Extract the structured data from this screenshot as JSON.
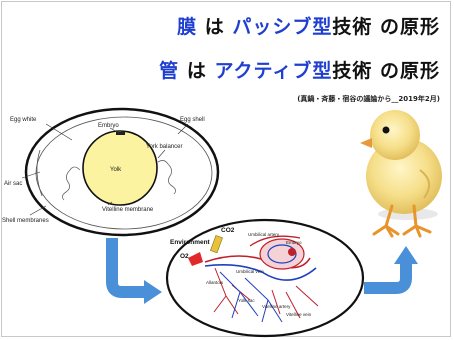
{
  "title": {
    "line1": {
      "kanji": "膜",
      "particle": "は",
      "type_word": "パッシブ型",
      "rest": "技術 の原形"
    },
    "line2": {
      "kanji": "管",
      "particle": "は",
      "type_word": "アクティブ型",
      "rest": "技術 の原形"
    }
  },
  "citation": "(真鍋・斉藤・宿谷の議論から__2019年2月)",
  "egg_diagram": {
    "labels": {
      "egg_white": "Egg white",
      "embryo": "Embryo",
      "egg_shell": "Egg shell",
      "york_balancer": "York balancer",
      "yolk": "Yolk",
      "air_sac": "Air sac",
      "vitelline_membrane": "Vitelline membrane",
      "shell_membranes": "Shell membranes"
    }
  },
  "embryo_diagram": {
    "labels": {
      "co2": "CO2",
      "environment": "Environment",
      "o2": "O2",
      "umbilical_artery": "Umbilical artery",
      "embryo": "Embryo",
      "umbilical_vein": "Umbilical vein",
      "allantois": "Allantois",
      "yolk_sac": "Yolk sac",
      "vitelline_artery": "Vitelline artery",
      "vitelline_vein": "Vitelline vein"
    }
  },
  "colors": {
    "title_blue": "#1f3fd0",
    "arrow_blue": "#4a90d9",
    "yolk": "#fbf3a0"
  }
}
